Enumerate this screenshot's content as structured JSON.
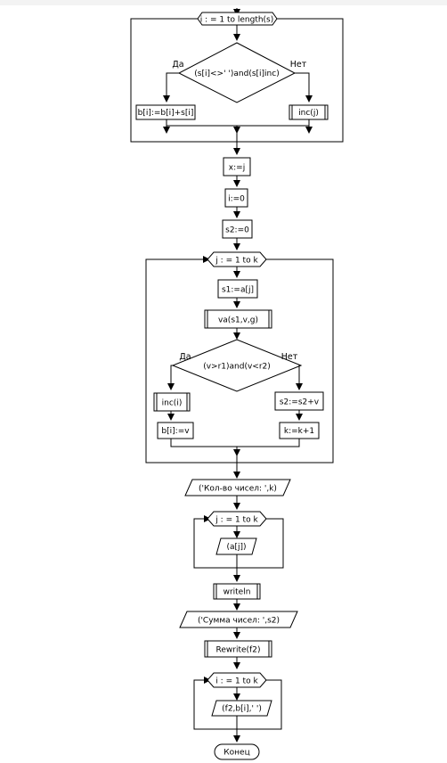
{
  "loop1": {
    "header": "i : = 1 to length(s)"
  },
  "cond1": {
    "text": "(s[i]<>' ')and(s[i]inc)",
    "yes": "Да",
    "no": "Нет"
  },
  "blocks": {
    "b_assign": "b[i]:=b[i]+s[i]",
    "inc_j": "inc(j)",
    "x_eq_j": "x:=j",
    "i_zero": "i:=0",
    "s2_zero": "s2:=0",
    "s1_assign": "s1:=a[j]",
    "va_call": "va(s1,v,g)",
    "inc_i": "inc(i)",
    "s2_add": "s2:=s2+v",
    "bi_v": "b[i]:=v",
    "k_inc": "k:=k+1",
    "writeln": "writeln",
    "rewrite": "Rewrite(f2)"
  },
  "loop2": {
    "header": "j : = 1 to k"
  },
  "cond2": {
    "text": "(v>r1)and(v<r2)",
    "yes": "Да",
    "no": "Нет"
  },
  "io": {
    "count": "('Кол-во чисел: ',k)",
    "aj": "(a[j])",
    "sum": "('Сумма чисел: ',s2)",
    "file_write": "(f2,b[i],' ')"
  },
  "loop3": {
    "header": "j : = 1 to k"
  },
  "loop4": {
    "header": "i : = 1 to k"
  },
  "end": {
    "label": "Конец"
  }
}
